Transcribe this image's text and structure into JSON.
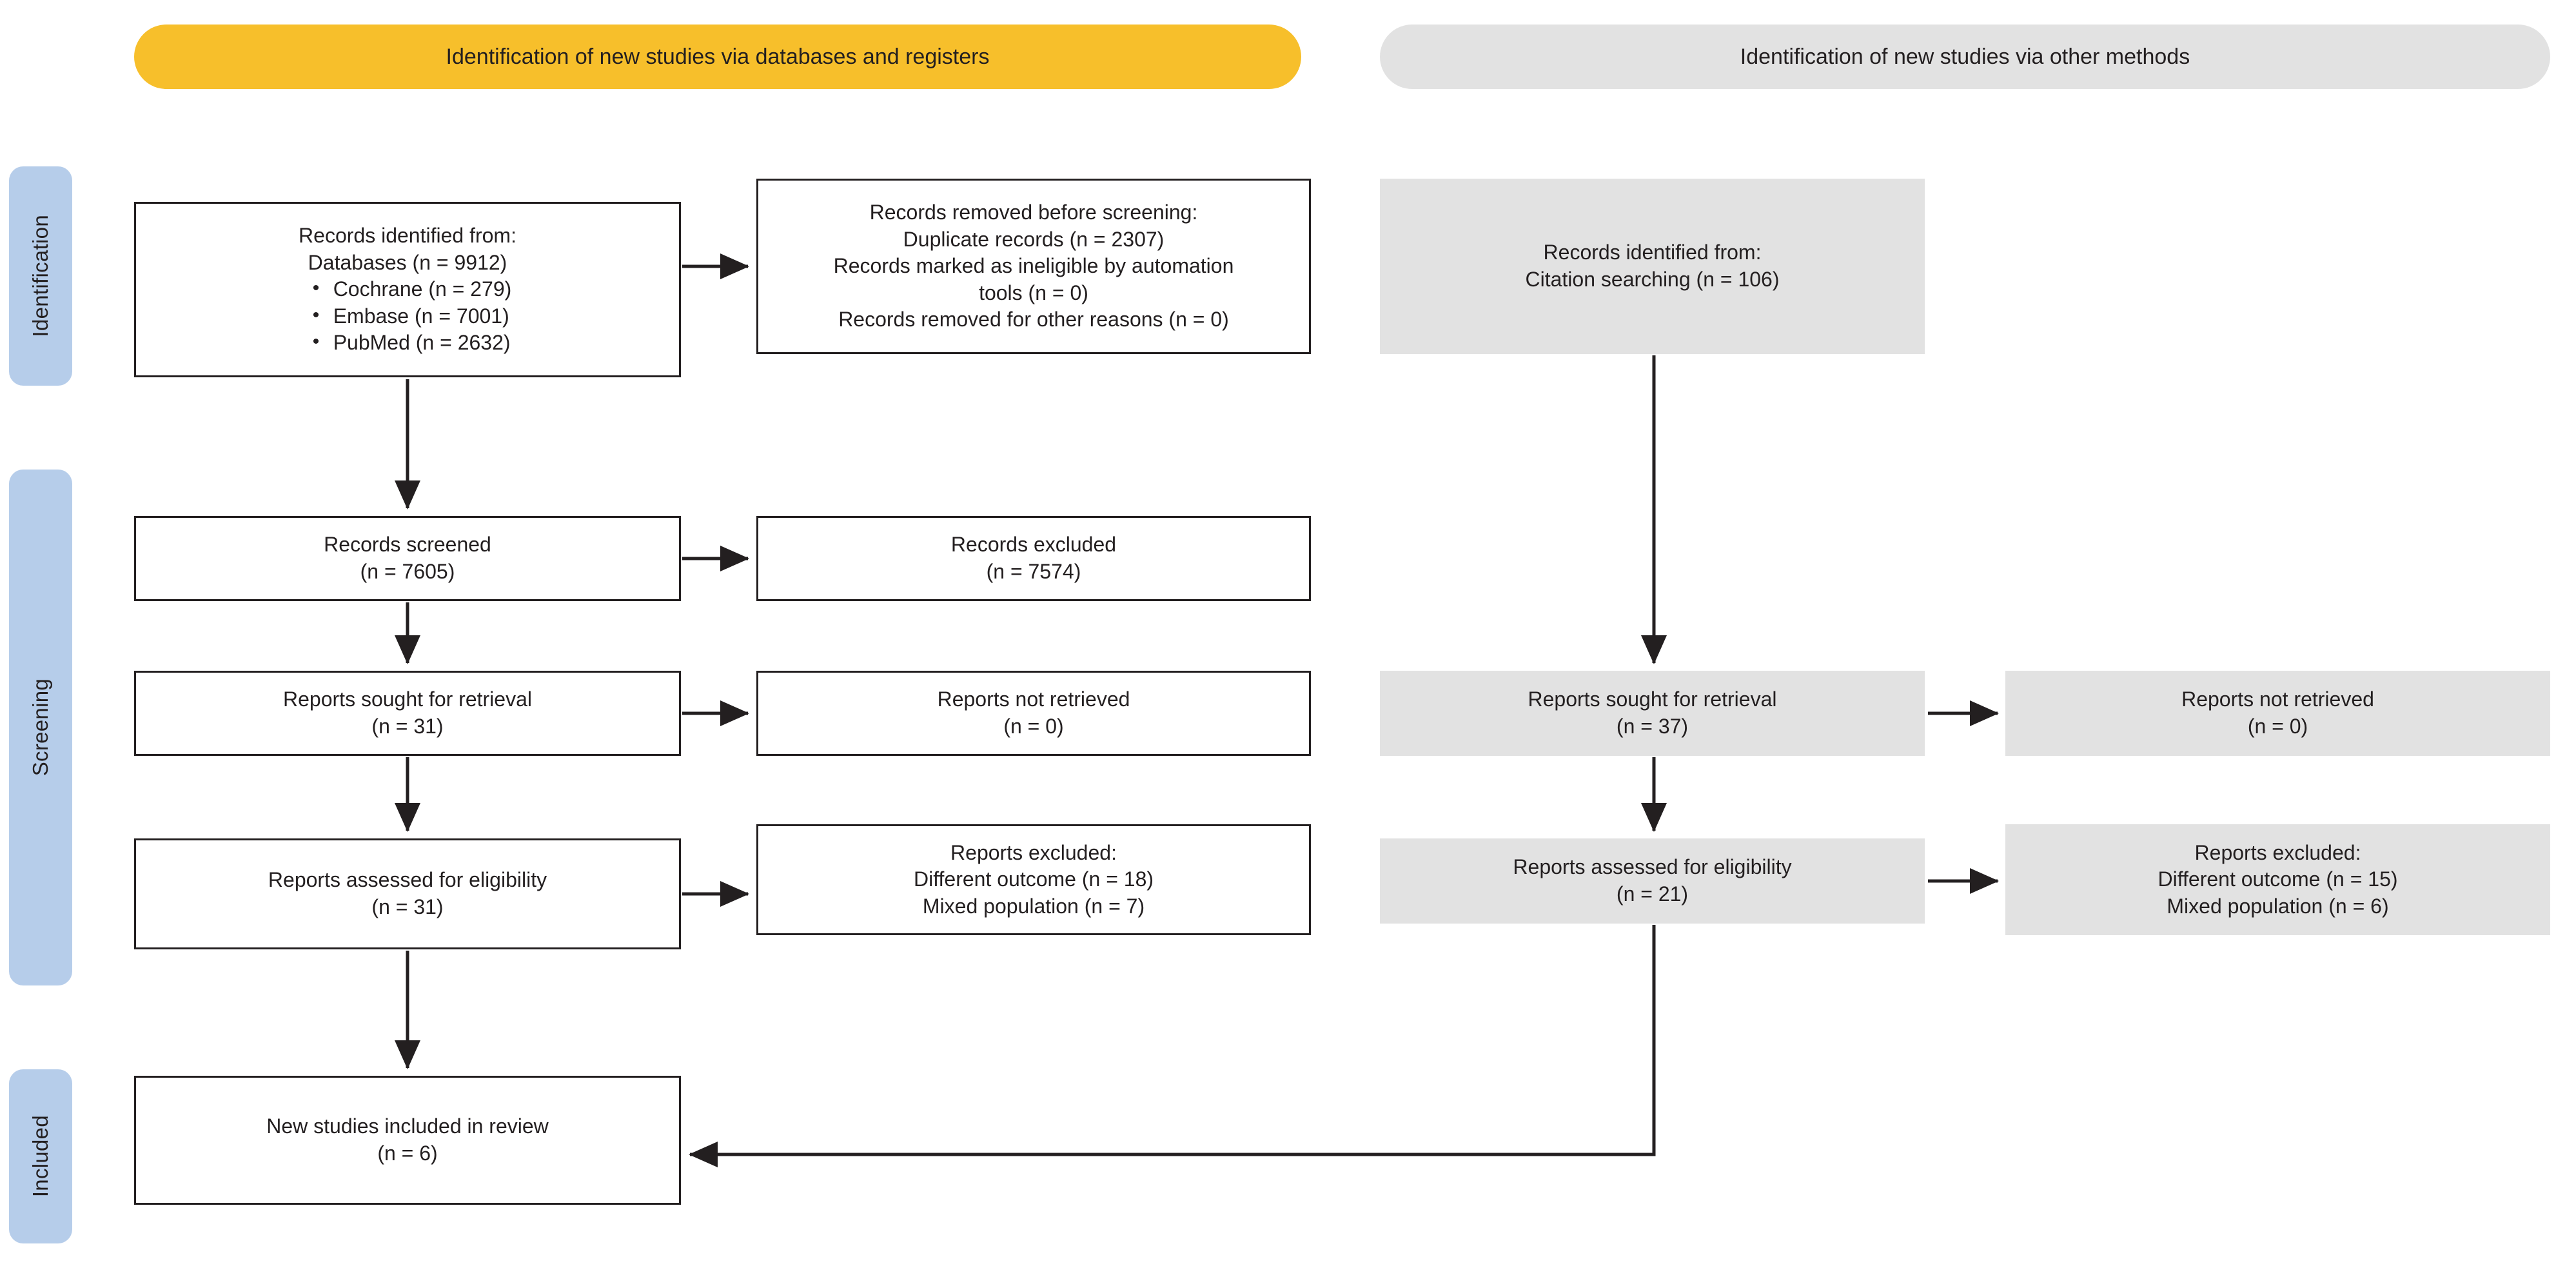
{
  "diagram": {
    "type": "PRISMA 2020 flow diagram",
    "banners": {
      "databases": "Identification of new studies via databases and registers",
      "other": "Identification of new studies via other methods"
    },
    "stages": [
      {
        "key": "identification",
        "label": "Identification"
      },
      {
        "key": "screening",
        "label": "Screening"
      },
      {
        "key": "included",
        "label": "Included"
      }
    ],
    "colors": {
      "banner_databases": "#f7bf2b",
      "banner_other": "#e2e2e2",
      "stage_pill": "#b6cdea",
      "box_gray": "#e2e2e2",
      "box_white": "#ffffff",
      "stroke": "#231f20"
    },
    "left_column": {
      "identified": {
        "title": "Records identified from:",
        "subtitle": "Databases (n = 9912)",
        "sources": [
          "Cochrane (n = 279)",
          "Embase (n = 7001)",
          "PubMed (n = 2632)"
        ]
      },
      "removed_before_screening": {
        "title": "Records removed before screening:",
        "lines": [
          "Duplicate records (n = 2307)",
          "Records marked as ineligible by automation",
          "tools (n = 0)",
          "Records removed for other reasons (n = 0)"
        ]
      },
      "screened": {
        "label": "Records screened",
        "count": "(n = 7605)"
      },
      "excluded": {
        "label": "Records excluded",
        "count": "(n = 7574)"
      },
      "sought": {
        "label": "Reports sought for retrieval",
        "count": "(n = 31)"
      },
      "not_retrieved": {
        "label": "Reports not retrieved",
        "count": "(n = 0)"
      },
      "assessed": {
        "label": "Reports assessed for eligibility",
        "count": "(n = 31)"
      },
      "reports_excluded": {
        "title": "Reports excluded:",
        "reasons": [
          "Different outcome (n = 18)",
          "Mixed population (n = 7)"
        ]
      }
    },
    "right_column": {
      "identified": {
        "title": "Records identified from:",
        "subtitle": "Citation searching (n = 106)"
      },
      "sought": {
        "label": "Reports sought for retrieval",
        "count": "(n = 37)"
      },
      "not_retrieved": {
        "label": "Reports not retrieved",
        "count": "(n = 0)"
      },
      "assessed": {
        "label": "Reports assessed for eligibility",
        "count": "(n = 21)"
      },
      "reports_excluded": {
        "title": "Reports excluded:",
        "reasons": [
          "Different outcome (n = 15)",
          "Mixed population (n = 6)"
        ]
      }
    },
    "included": {
      "label": "New studies included in review",
      "count": "(n = 6)"
    }
  }
}
